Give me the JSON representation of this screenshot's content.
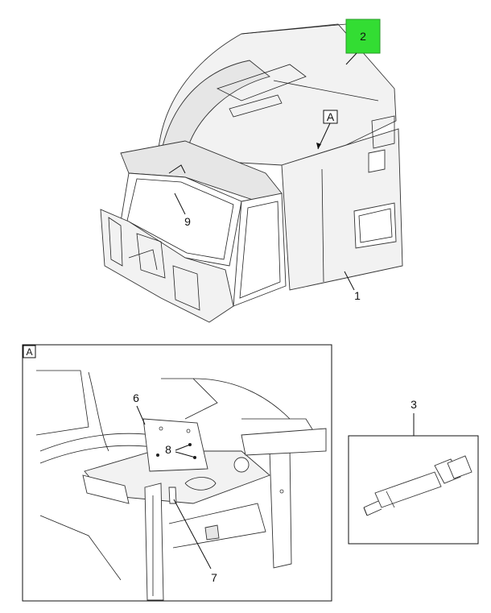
{
  "callouts": {
    "c1": "1",
    "c2": "2",
    "c3": "3",
    "c6": "6",
    "c7": "7",
    "c8": "8",
    "c9": "9",
    "detail_ref": "A",
    "detail_box": "A"
  },
  "colors": {
    "highlight": "#33dd33",
    "outline": "#111111",
    "panel_fill": "#f2f2f2"
  }
}
